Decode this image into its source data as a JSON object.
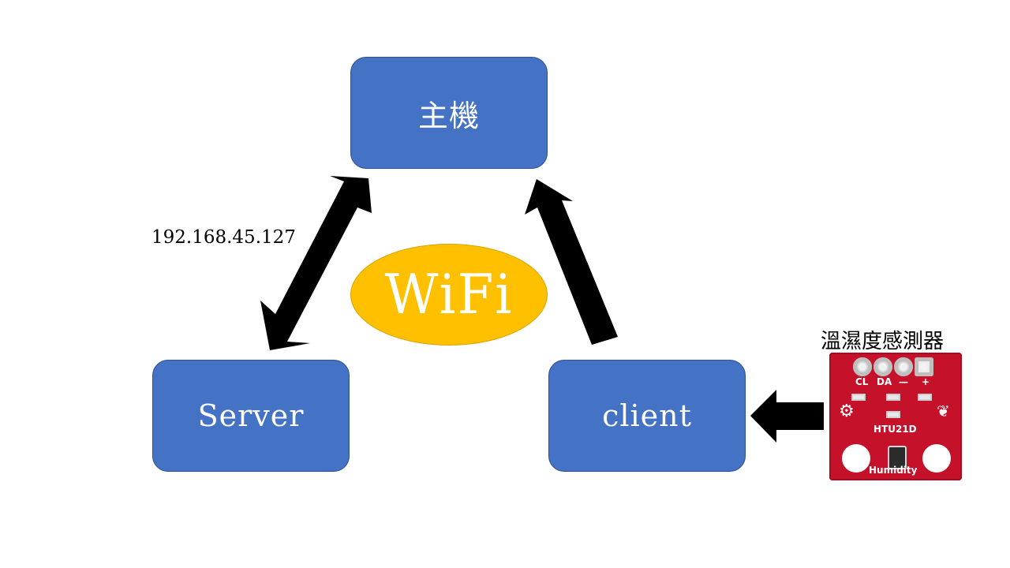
{
  "nodes": {
    "host": "主機",
    "server": "Server",
    "client": "client"
  },
  "wifi": {
    "label": "WiFi"
  },
  "server_address": "192.168.45.127",
  "sensor": {
    "label": "溫濕度感測器",
    "pins": [
      "CL",
      "DA",
      "—",
      "+"
    ],
    "model": "HTU21D",
    "name": "Humidity"
  },
  "colors": {
    "node_fill": "#4472c4",
    "wifi_fill": "#ffc000",
    "arrow": "#000000",
    "board": "#c5112a"
  }
}
